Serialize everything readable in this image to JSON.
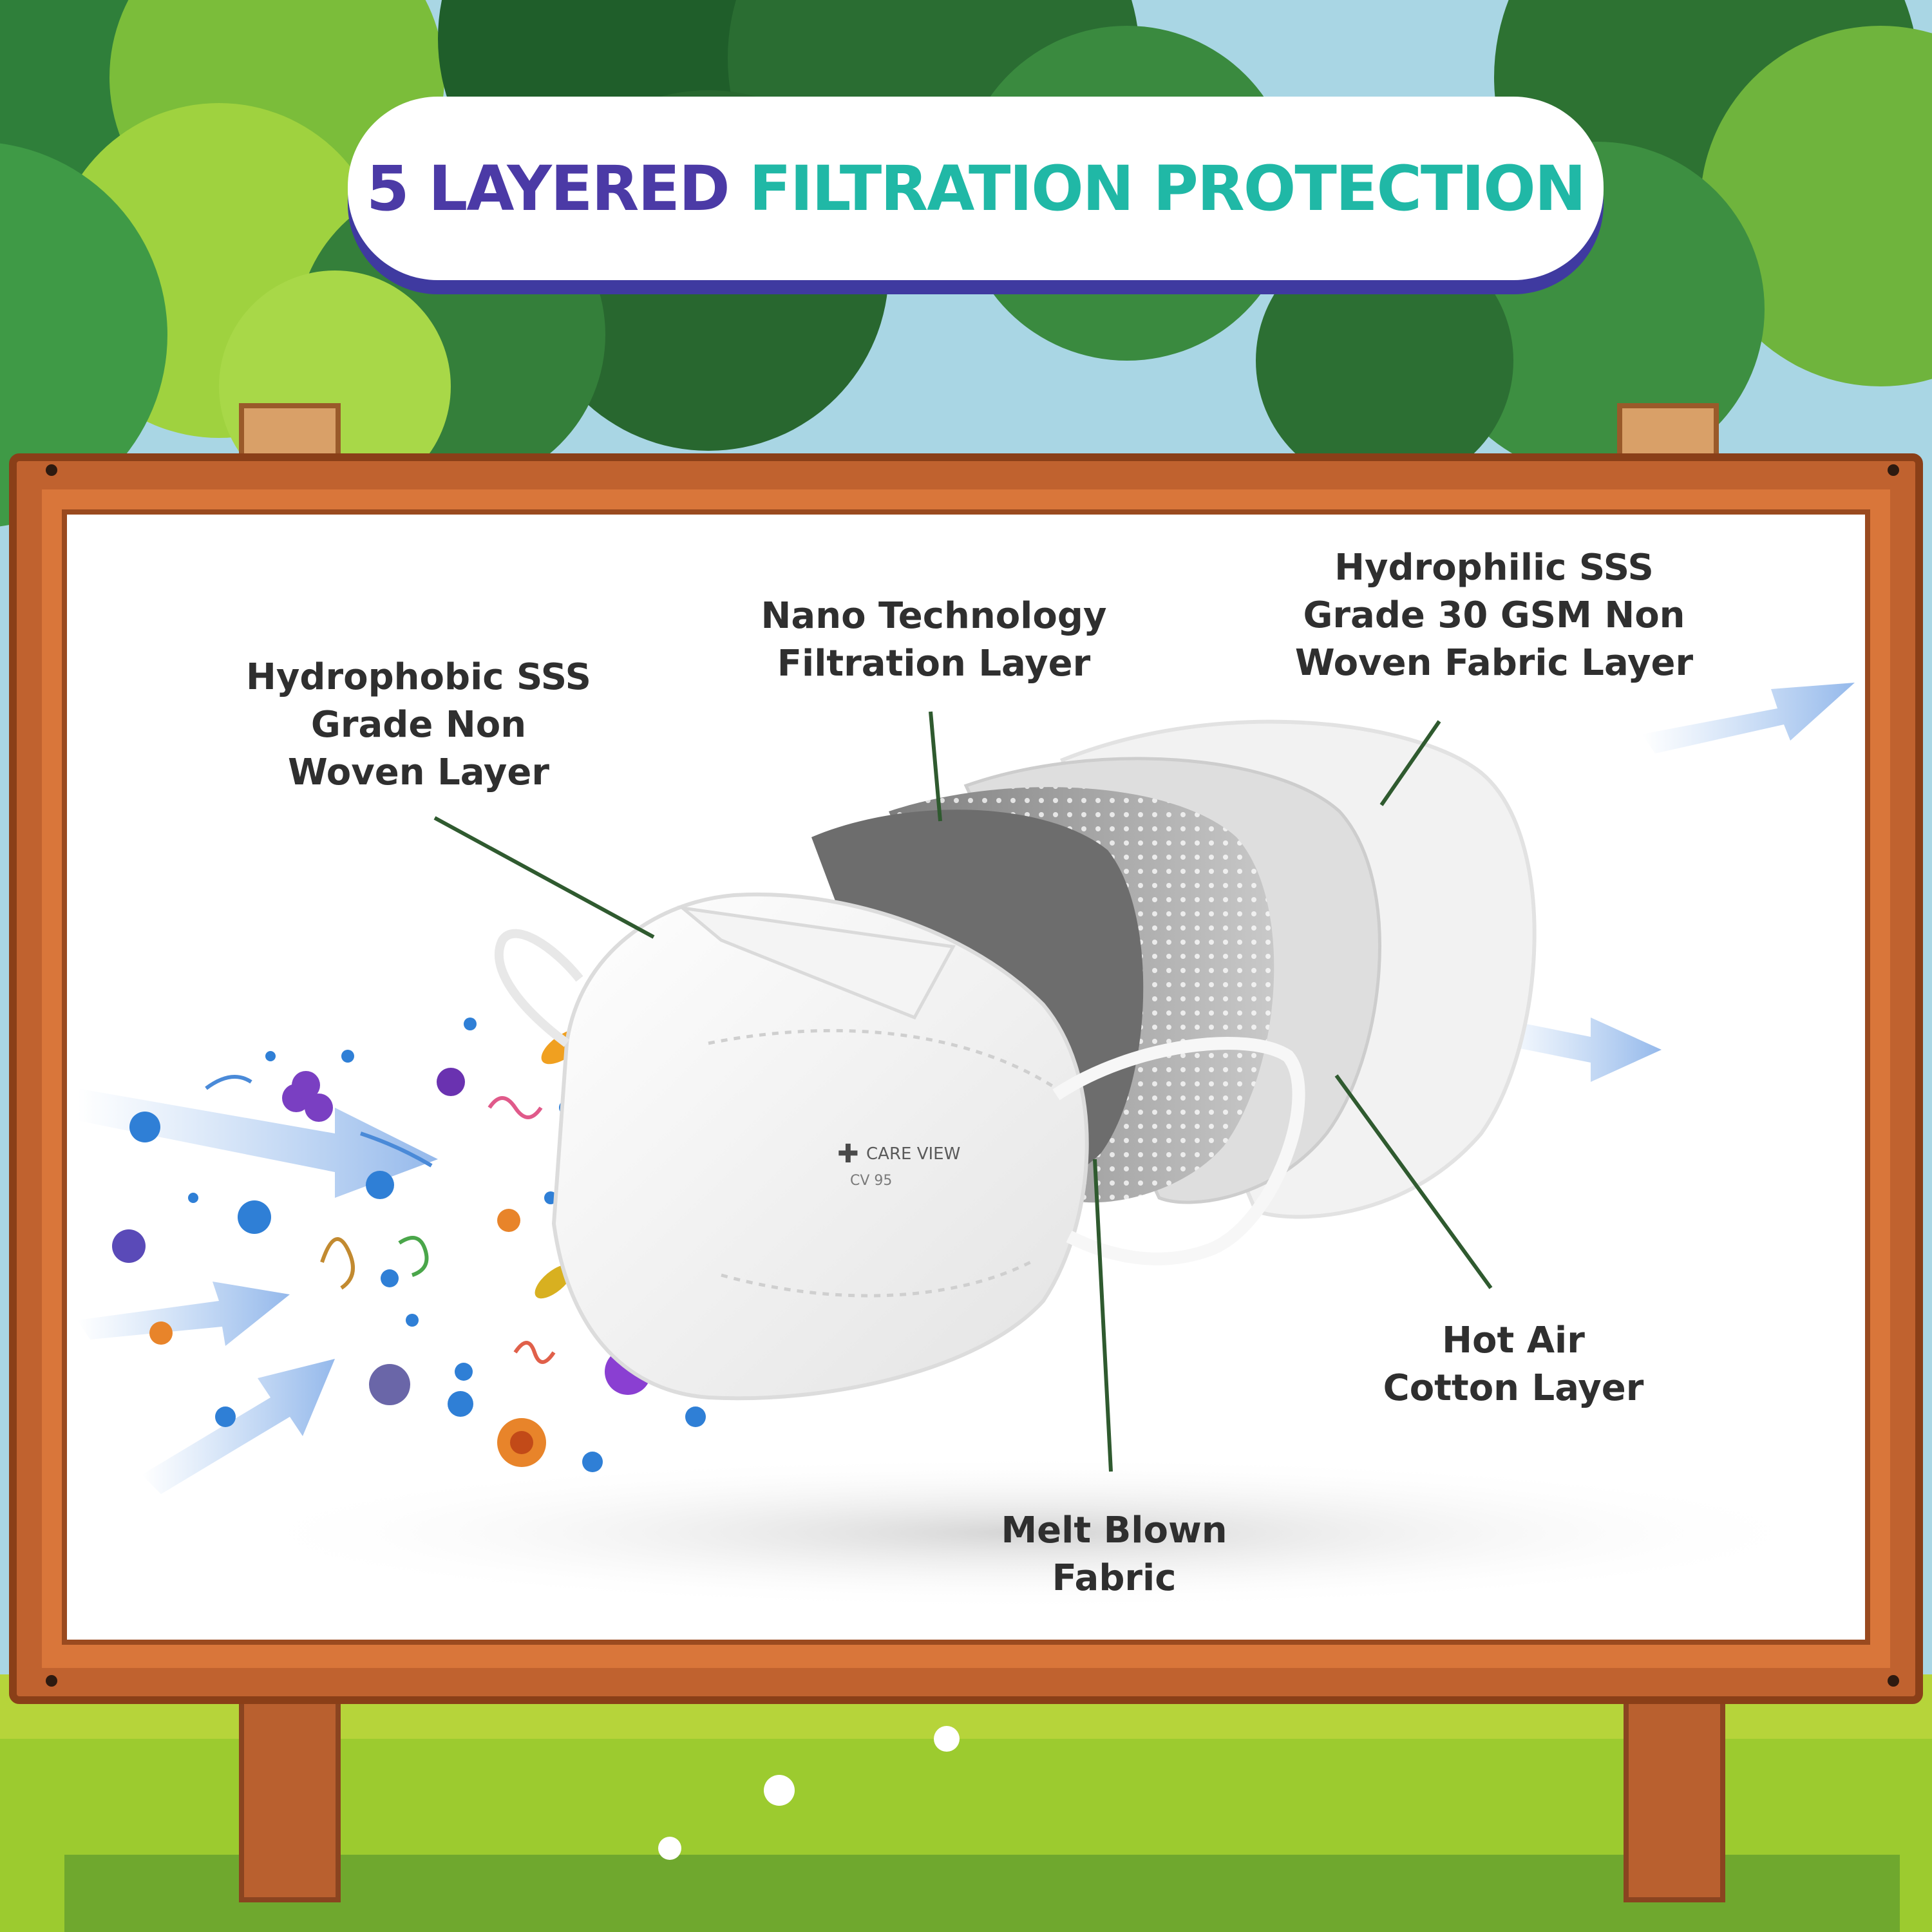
{
  "title": {
    "part1": "5 LAYERED",
    "part2": "FILTRATION",
    "part3": "PROTECTION"
  },
  "colors": {
    "title_purple": "#4b3aa6",
    "title_teal": "#20b8a6",
    "frame_wood": "#b8602f",
    "connector_line": "#2f5a2f",
    "particle_blue": "#2f7fd6"
  },
  "labels": {
    "hydrophobic": [
      "Hydrophobic SSS",
      "Grade Non",
      "Woven Layer"
    ],
    "nano": [
      "Nano Technology",
      "Filtration Layer"
    ],
    "hydrophilic": [
      "Hydrophilic SSS",
      "Grade 30 GSM Non",
      "Woven Fabric Layer"
    ],
    "hot_air": [
      "Hot Air",
      "Cotton Layer"
    ],
    "melt_blown": [
      "Melt Blown",
      "Fabric"
    ]
  },
  "mask_logo": {
    "brand": "CARE VIEW",
    "model": "CV 95"
  }
}
